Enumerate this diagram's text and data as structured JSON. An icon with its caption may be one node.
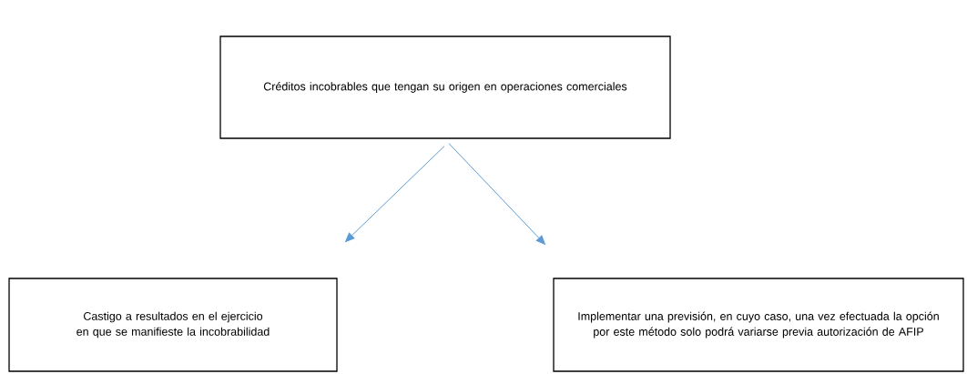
{
  "diagram": {
    "nodes": [
      {
        "text": [
          "Créditos incobrables que tengan su origen en operaciones comerciales"
        ]
      },
      {
        "text": [
          "Castigo a resultados en el ejercicio en que se manifieste la incobrabilidad"
        ]
      },
      {
        "text": [
          "Implementar una previsión, en cuyo caso, una vez efectuada la opción por este método solo podrá variarse previa autorización de AFIP"
        ]
      }
    ],
    "edges": [
      {
        "from": 0,
        "to": 1,
        "arrow": "to"
      },
      {
        "from": 0,
        "to": 2,
        "arrow": "to"
      }
    ]
  }
}
